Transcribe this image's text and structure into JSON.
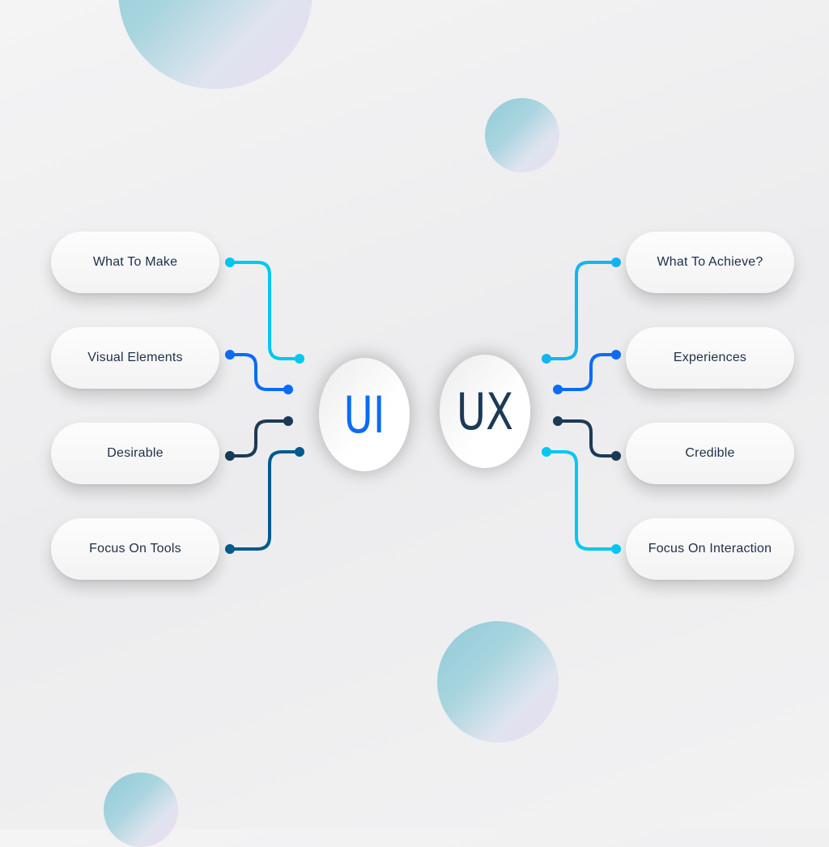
{
  "ui": {
    "label": "UI",
    "color": "#0a6cf5",
    "items": [
      "What To Make",
      "Visual Elements",
      "Desirable",
      "Focus On Tools"
    ]
  },
  "ux": {
    "label": "UX",
    "color": "#1b3a57",
    "items": [
      "What To Achieve?",
      "Experiences",
      "Credible",
      "Focus On Interaction"
    ]
  },
  "colors": {
    "cyan": "#00c8f0",
    "blue": "#0a6cf5",
    "navy": "#1b3a57",
    "steel": "#005a8c",
    "sky": "#12b5f0"
  }
}
